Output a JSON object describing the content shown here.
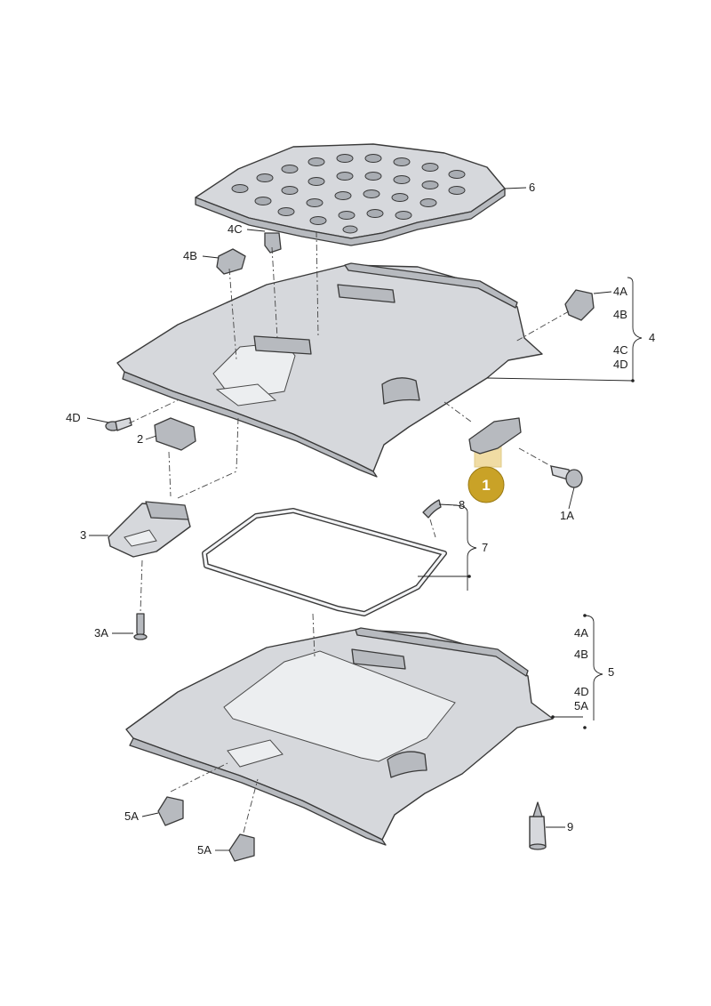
{
  "callouts": {
    "c6": "6",
    "c4C_top": "4C",
    "c4B_top": "4B",
    "c4A_right": "4A",
    "c4B_right": "4B",
    "c4_group": "4",
    "c4C_right": "4C",
    "c4D_right": "4D",
    "c4D_left": "4D",
    "c2": "2",
    "c1A": "1A",
    "c8": "8",
    "c3": "3",
    "c7": "7",
    "c3A": "3A",
    "c4A_low": "4A",
    "c4B_low": "4B",
    "c5_group": "5",
    "c4D_low": "4D",
    "c5A_right": "5A",
    "c5A_left1": "5A",
    "c5A_left2": "5A",
    "c9": "9"
  },
  "marker": {
    "label": "1",
    "color": "#c9a227"
  }
}
